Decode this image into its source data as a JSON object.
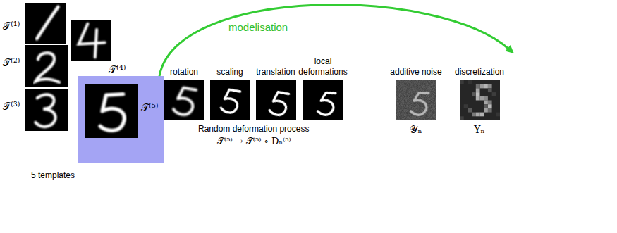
{
  "diagram": {
    "nodes": [
      {
        "text": [
          "𝒯⁽¹⁾"
        ]
      },
      {
        "text": [
          "𝒯⁽²⁾"
        ]
      },
      {
        "text": [
          "𝒯⁽³⁾"
        ]
      },
      {
        "text": [
          "𝒯⁽⁴⁾"
        ]
      },
      {
        "text": [
          "𝒯⁽⁵⁾"
        ]
      },
      {
        "text": [
          "rotation"
        ]
      },
      {
        "text": [
          "scaling"
        ]
      },
      {
        "text": [
          "translation"
        ]
      },
      {
        "text": [
          "local deformations"
        ]
      },
      {
        "text": [
          "additive noise",
          "𝒴ₙ"
        ]
      },
      {
        "text": [
          "discretization",
          "Yₙ"
        ]
      }
    ],
    "edges": [
      {
        "from": 4,
        "to": 10,
        "arrow": "to",
        "label": "modelisation"
      }
    ],
    "labels": [
      "5 templates",
      "Random deformation process",
      "𝒯⁽⁵⁾ → 𝒯⁽⁵⁾ ∘ Dₙ⁽⁵⁾"
    ]
  }
}
